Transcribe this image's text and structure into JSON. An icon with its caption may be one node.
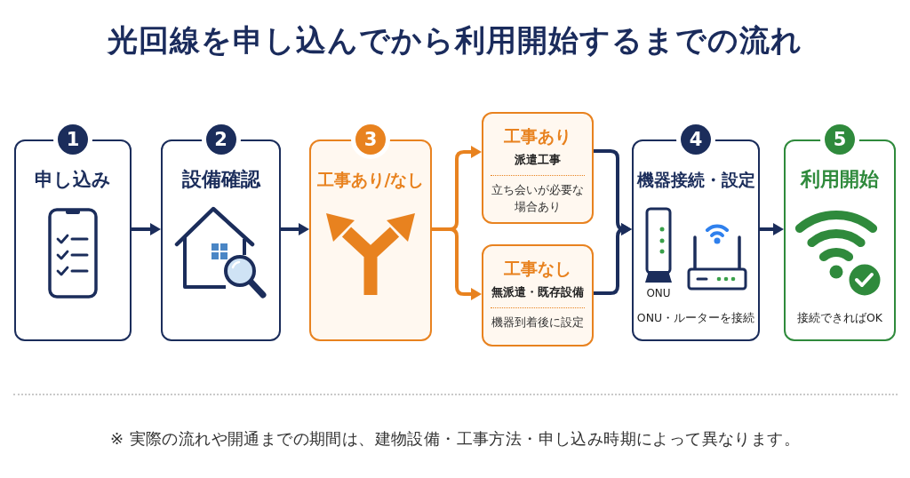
{
  "diagram": {
    "title": "光回線を申し込んでから利用開始するまでの流れ",
    "nodes": [
      {
        "text": [
          "1",
          "申し込み"
        ]
      },
      {
        "text": [
          "2",
          "設備確認"
        ]
      },
      {
        "text": [
          "3",
          "工事あり/なし"
        ]
      },
      {
        "text": [
          "工事あり",
          "派遣工事",
          "立ち会いが必要な場合あり"
        ]
      },
      {
        "text": [
          "工事なし",
          "無派遣・既存設備",
          "機器到着後に設定"
        ]
      },
      {
        "text": [
          "4",
          "機器接続・設定",
          "ONU",
          "ONU・ルーターを接続"
        ]
      },
      {
        "text": [
          "5",
          "利用開始",
          "接続できればOK"
        ]
      }
    ],
    "edges": [
      {
        "from": 0,
        "to": 1,
        "arrow": "to"
      },
      {
        "from": 1,
        "to": 2,
        "arrow": "to"
      },
      {
        "from": 2,
        "to": 3,
        "arrow": "to",
        "color": "#e8821f"
      },
      {
        "from": 2,
        "to": 4,
        "arrow": "to",
        "color": "#e8821f"
      },
      {
        "from": 3,
        "to": 5,
        "arrow": "to"
      },
      {
        "from": 4,
        "to": 5,
        "arrow": "to"
      },
      {
        "from": 5,
        "to": 6,
        "arrow": "to"
      }
    ],
    "labels": [
      "※ 実際の流れや開通までの期間は、建物設備・工事方法・申し込み時期によって異なります。"
    ]
  }
}
